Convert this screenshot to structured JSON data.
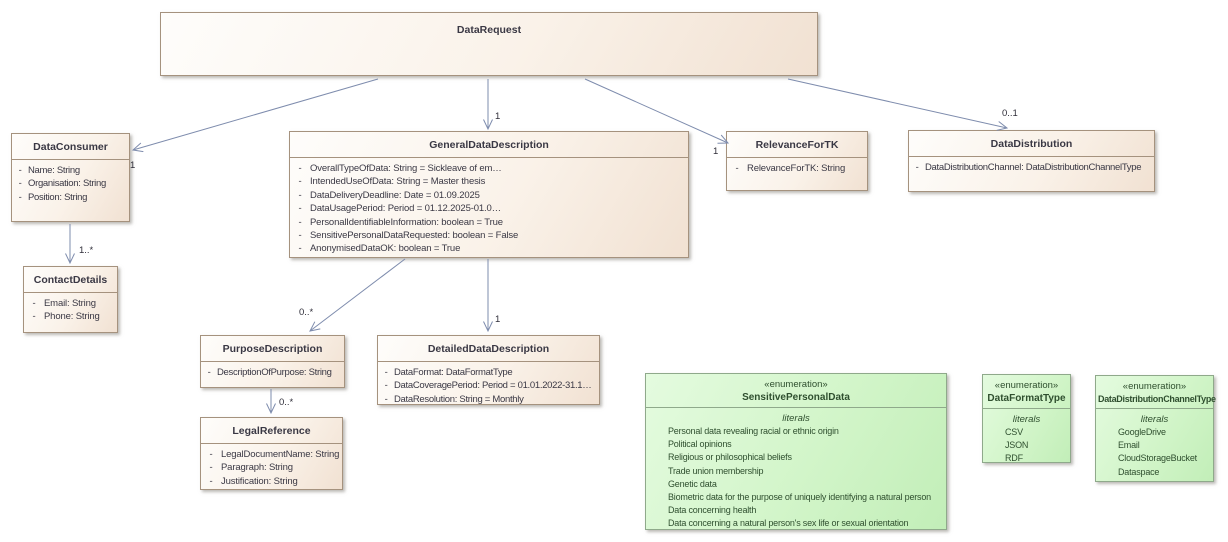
{
  "visibility_marker": "-",
  "classes": [
    {
      "name": "DataRequest",
      "attributes": []
    },
    {
      "name": "DataConsumer",
      "attributes": [
        "Name: String",
        "Organisation: String",
        "Position: String"
      ]
    },
    {
      "name": "GeneralDataDescription",
      "attributes": [
        "OverallTypeOfData: String = Sickleave of em…",
        "IntendedUseOfData: String = Master thesis",
        "DataDeliveryDeadline: Date = 01.09.2025",
        "DataUsagePeriod: Period = 01.12.2025-01.0…",
        "PersonalIdentifiableInformation: boolean = True",
        "SensitivePersonalDataRequested: boolean = False",
        "AnonymisedDataOK: boolean = True"
      ]
    },
    {
      "name": "RelevanceForTK",
      "attributes": [
        "RelevanceForTK: String"
      ]
    },
    {
      "name": "DataDistribution",
      "attributes": [
        "DataDistributionChannel: DataDistributionChannelType"
      ]
    },
    {
      "name": "ContactDetails",
      "attributes": [
        "Email: String",
        "Phone: String"
      ]
    },
    {
      "name": "PurposeDescription",
      "attributes": [
        "DescriptionOfPurpose: String"
      ]
    },
    {
      "name": "DetailedDataDescription",
      "attributes": [
        "DataFormat: DataFormatType",
        "DataCoveragePeriod: Period = 01.01.2022-31.1…",
        "DataResolution: String = Monthly"
      ]
    },
    {
      "name": "LegalReference",
      "attributes": [
        "LegalDocumentName: String",
        "Paragraph: String",
        "Justification: String"
      ]
    }
  ],
  "enums": [
    {
      "stereotype": "«enumeration»",
      "name": "SensitivePersonalData",
      "literals_label": "literals",
      "literals": [
        "Personal data revealing racial or ethnic origin",
        "Political opinions",
        "Religious or philosophical beliefs",
        "Trade union membership",
        "Genetic data",
        "Biometric data for the purpose of uniquely identifying a natural person",
        "Data concerning health",
        "Data concerning a natural person's sex life or sexual orientation"
      ]
    },
    {
      "stereotype": "«enumeration»",
      "name": "DataFormatType",
      "literals_label": "literals",
      "literals": [
        "CSV",
        "JSON",
        "RDF"
      ]
    },
    {
      "stereotype": "«enumeration»",
      "name": "DataDistributionChannelType",
      "literals_label": "literals",
      "literals": [
        "GoogleDrive",
        "Email",
        "CloudStorageBucket",
        "Dataspace"
      ]
    }
  ],
  "multiplicities": [
    {
      "label": "1"
    },
    {
      "label": "1"
    },
    {
      "label": "1"
    },
    {
      "label": "0..1"
    },
    {
      "label": "1..*"
    },
    {
      "label": "0..*"
    },
    {
      "label": "1"
    },
    {
      "label": "0..*"
    }
  ],
  "colors": {
    "class_fill_light": "#fefdfb",
    "class_fill_dark": "#f1e1d2",
    "class_border": "#a5927e",
    "enum_fill_light": "#e4fbdf",
    "enum_fill_dark": "#c2eeb8",
    "enum_border": "#8fa98b",
    "connector": "#7e8cad",
    "text": "#3a3844"
  }
}
